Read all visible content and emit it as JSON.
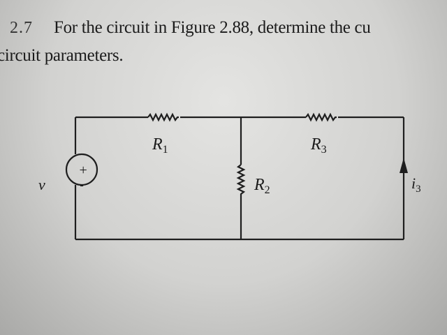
{
  "problem": {
    "number": "2.7",
    "line1": "For the circuit in Figure 2.88, determine the cu",
    "line2": "circuit parameters."
  },
  "circuit": {
    "source_label": "v",
    "source_plus": "+",
    "source_minus": "-",
    "r1_label": "R",
    "r1_sub": "1",
    "r2_label": "R",
    "r2_sub": "2",
    "r3_label": "R",
    "r3_sub": "3",
    "current_label": "i",
    "current_sub": "3",
    "wire_color": "#1e1e1e"
  }
}
